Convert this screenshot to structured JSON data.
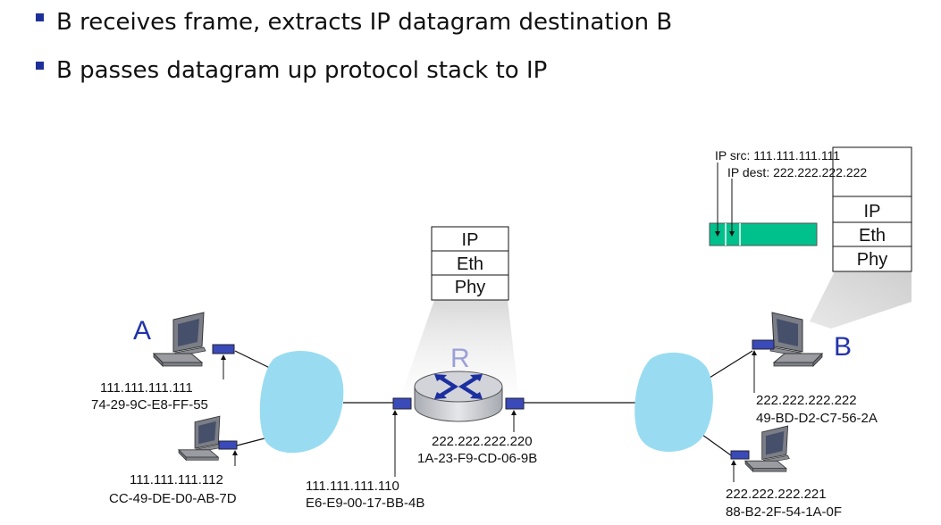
{
  "bullets": [
    "B receives frame, extracts IP datagram destination B",
    "B passes datagram up protocol stack to IP"
  ],
  "nodes": {
    "a": {
      "label": "A"
    },
    "b": {
      "label": "B"
    },
    "r": {
      "label": "R"
    }
  },
  "stack_layers": [
    "IP",
    "Eth",
    "Phy"
  ],
  "datagram_header": {
    "ip_src": "IP src: 111.111.111.111",
    "ip_dest": "IP dest: 222.222.222.222"
  },
  "addresses": {
    "a_ip": "111.111.111.111",
    "a_mac": "74-29-9C-E8-FF-55",
    "a2_ip": "111.111.111.112",
    "a2_mac": "CC-49-DE-D0-AB-7D",
    "r_left_ip": "111.111.111.110",
    "r_left_mac": "E6-E9-00-17-BB-4B",
    "r_right_ip": "222.222.222.220",
    "r_right_mac": "1A-23-F9-CD-06-9B",
    "b_ip": "222.222.222.222",
    "b_mac": "49-BD-D2-C7-56-2A",
    "b2_ip": "222.222.222.221",
    "b2_mac": "88-B2-2F-54-1A-0F"
  },
  "colors": {
    "node_label": "#2233aa",
    "router_label": "#9aa0d8",
    "cloud": "#99dcf2",
    "datagram": "#00c08b",
    "bullet": "#1f2f9a",
    "adapter": "#3a4ab8",
    "router_arrows": "#1c2fa0"
  }
}
